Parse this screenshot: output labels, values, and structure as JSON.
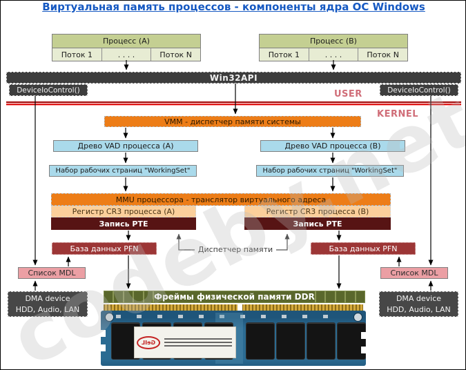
{
  "title": "Виртуальная память процессов - компоненты ядра ОС Windows",
  "watermark": "codeby.net",
  "user_zone": {
    "label": "USER",
    "process_a": {
      "title": "Процесс (A)",
      "thread_first": "Поток 1",
      "thread_dots": ". . . .",
      "thread_last": "Поток N"
    },
    "process_b": {
      "title": "Процесс (B)",
      "thread_first": "Поток 1",
      "thread_dots": ". . . .",
      "thread_last": "Поток N"
    },
    "win32api": "Win32API",
    "deviceiocontrol_left": "DeviceIoControl()",
    "deviceiocontrol_right": "DeviceIoControl()"
  },
  "kernel_zone": {
    "label": "KERNEL",
    "vmm": "VMM - диспетчер памяти системы",
    "vad_a": "Древо VAD процесса (A)",
    "vad_b": "Древо VAD процесса (B)",
    "workingset_a": "Набор рабочих страниц \"WorkingSet\"",
    "workingset_b": "Набор рабочих страниц \"WorkingSet\"",
    "mmu": "MMU процессора - транслятор виртуального адреса",
    "cr3_a": "Регистр CR3 процесса (A)",
    "cr3_b": "Регистр CR3 процесса (B)",
    "pte_a": "Запись PTE",
    "pte_b": "Запись PTE",
    "pfn_a": "База данных PFN",
    "pfn_b": "База данных PFN",
    "dispatcher": "Диспетчер памяти",
    "mdl_left": "Список MDL",
    "mdl_right": "Список MDL"
  },
  "hardware": {
    "dma_left": {
      "line1": "DMA device",
      "line2": "HDD, Audio, LAN"
    },
    "dma_right": {
      "line1": "DMA device",
      "line2": "HDD, Audio, LAN"
    },
    "ddr_frames": "Фреймы физической памяти DDR",
    "ram_logo": "GeIL"
  },
  "colors": {
    "title_blue": "#1659c2",
    "user_kernel_label": "#d06d78",
    "divider_red": "#dd1414",
    "orange": "#ed7d17",
    "light_blue": "#aadaeb",
    "peach": "#fbcf9b",
    "pte_maroon": "#571414",
    "pfn_red": "#9c3636",
    "mdl_pink": "#eb9fa4",
    "dark_box": "#3d3d3d",
    "process_green": "#c4cf92",
    "thread_green": "#e7ecd3",
    "ddr_olive": "#5a672c"
  }
}
